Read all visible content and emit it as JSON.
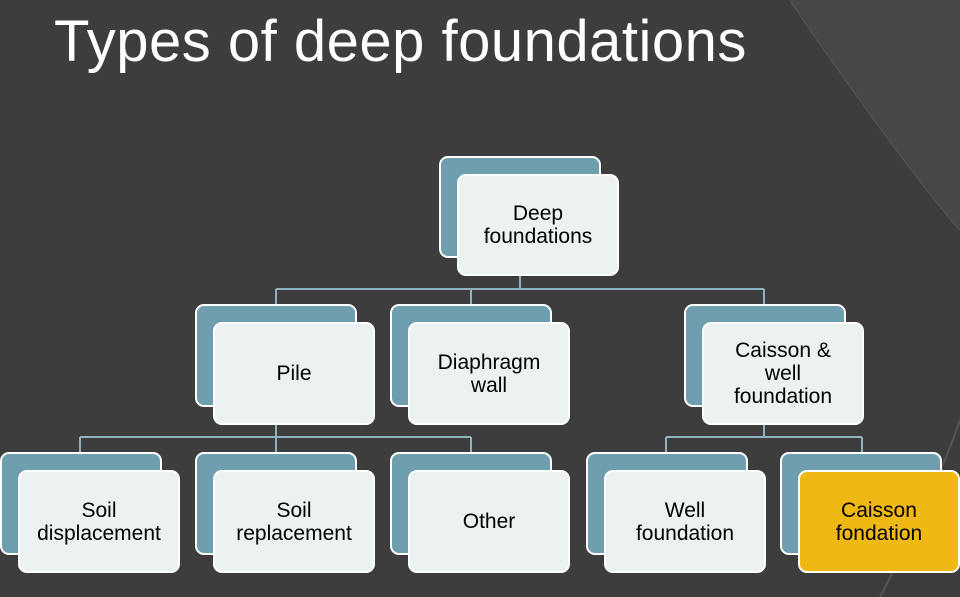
{
  "slide": {
    "title": "Types of deep foundations"
  },
  "colors": {
    "background": "#3d3d3d",
    "node_back": "#6f9faf",
    "node_front": "#ecf1f2",
    "highlight": "#f0b814",
    "connector": "#8fb3bf"
  },
  "diagram": {
    "root": {
      "label": "Deep\nfoundations"
    },
    "level1": [
      {
        "label": "Pile"
      },
      {
        "label": "Diaphragm\nwall"
      },
      {
        "label": "Caisson &\nwell\nfoundation"
      }
    ],
    "level2": [
      {
        "label": "Soil\ndisplacement"
      },
      {
        "label": "Soil\nreplacement"
      },
      {
        "label": "Other"
      },
      {
        "label": "Well\nfoundation"
      },
      {
        "label": "Caisson\nfondation",
        "highlighted": true
      }
    ]
  }
}
